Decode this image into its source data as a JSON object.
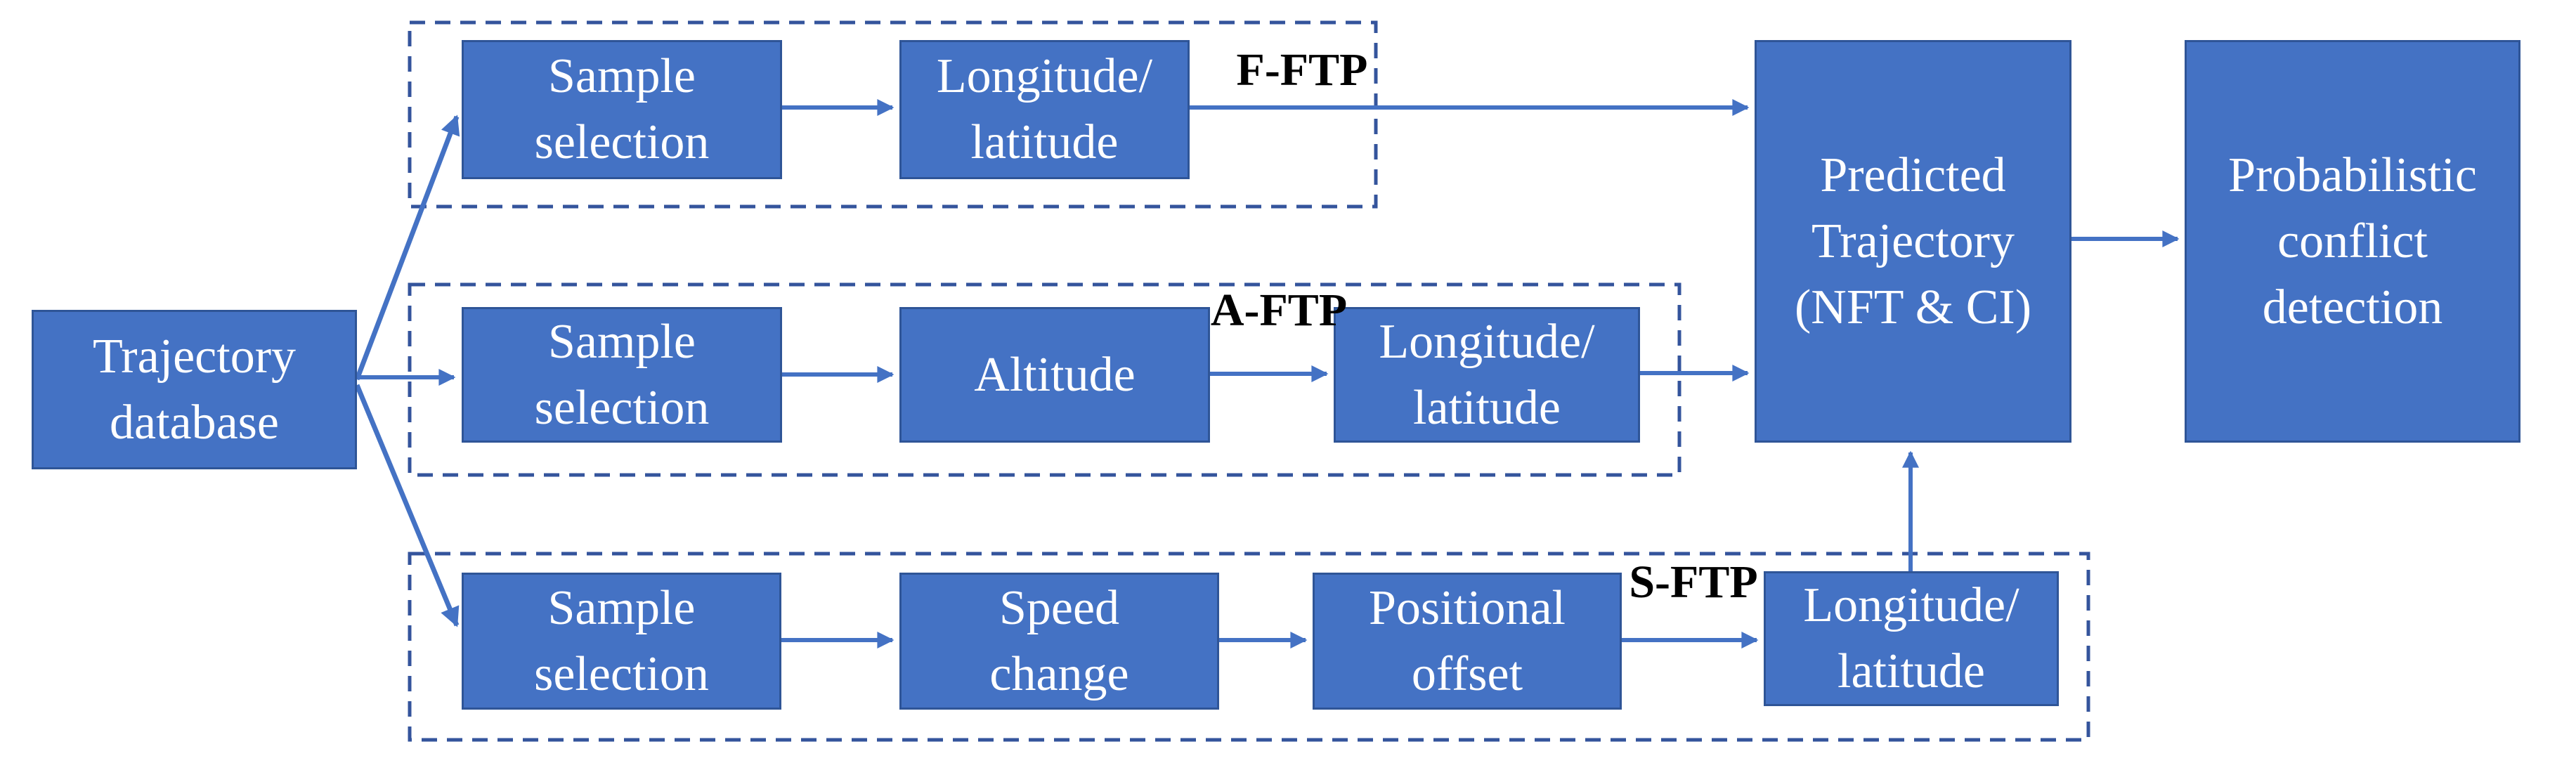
{
  "diagram": {
    "colors": {
      "node_fill": "#4472c4",
      "node_border": "#2f5597",
      "arrow": "#4472c4",
      "dashed_border": "#34549c",
      "ftp_label_color": "#000000",
      "node_text": "#ffffff",
      "background": "#ffffff"
    },
    "nodes": {
      "db": {
        "label": "Trajectory\ndatabase"
      },
      "ss1": {
        "label": "Sample\nselection"
      },
      "lon1": {
        "label": "Longitude/\nlatitude"
      },
      "ss2": {
        "label": "Sample\nselection"
      },
      "alt": {
        "label": "Altitude"
      },
      "lon2": {
        "label": "Longitude/\nlatitude"
      },
      "ss3": {
        "label": "Sample\nselection"
      },
      "spd": {
        "label": "Speed\nchange"
      },
      "pos": {
        "label": "Positional\noffset"
      },
      "lon3": {
        "label": "Longitude/\nlatitude"
      },
      "pred": {
        "label": "Predicted\nTrajectory\n(NFT & CI)"
      },
      "prob": {
        "label": "Probabilistic\nconflict\ndetection"
      }
    },
    "labels": {
      "f_ftp": "F-FTP",
      "a_ftp": "A-FTP",
      "s_ftp": "S-FTP"
    },
    "edges": [
      {
        "from": "trajectory-database",
        "to": "sample-selection-top"
      },
      {
        "from": "trajectory-database",
        "to": "sample-selection-middle"
      },
      {
        "from": "trajectory-database",
        "to": "sample-selection-bottom"
      },
      {
        "from": "sample-selection-top",
        "to": "longitude-latitude-top"
      },
      {
        "from": "longitude-latitude-top",
        "to": "predicted-trajectory",
        "label": "F-FTP"
      },
      {
        "from": "sample-selection-middle",
        "to": "altitude"
      },
      {
        "from": "altitude",
        "to": "longitude-latitude-middle",
        "label": "A-FTP"
      },
      {
        "from": "longitude-latitude-middle",
        "to": "predicted-trajectory"
      },
      {
        "from": "sample-selection-bottom",
        "to": "speed-change"
      },
      {
        "from": "speed-change",
        "to": "positional-offset"
      },
      {
        "from": "positional-offset",
        "to": "longitude-latitude-bottom",
        "label": "S-FTP"
      },
      {
        "from": "longitude-latitude-bottom",
        "to": "predicted-trajectory"
      },
      {
        "from": "predicted-trajectory",
        "to": "probabilistic-conflict-detection"
      }
    ]
  }
}
